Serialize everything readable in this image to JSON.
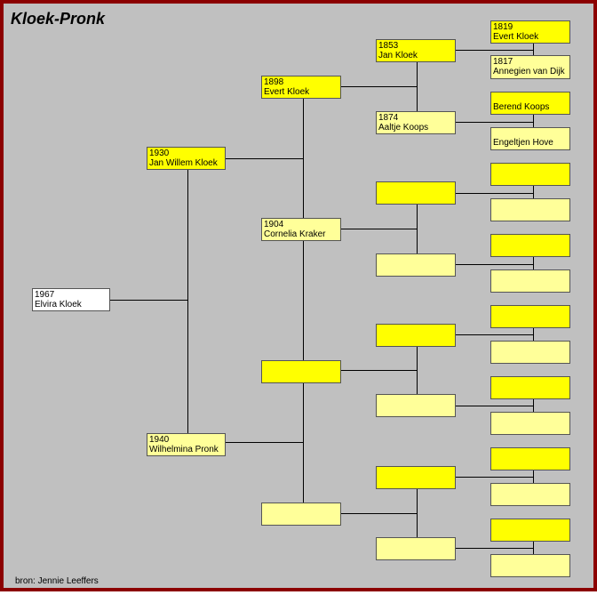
{
  "title": "Kloek-Pronk",
  "source": "bron: Jennie Leeffers",
  "colors": {
    "border": "#8b0000",
    "background": "#c0c0c0",
    "male": "#ffff00",
    "female": "#ffff99",
    "root": "#ffffff"
  },
  "people": {
    "root": {
      "year": "1967",
      "name": "Elvira Kloek"
    },
    "father": {
      "year": "1930",
      "name": "Jan Willem Kloek"
    },
    "mother": {
      "year": "1940",
      "name": "Wilhelmina Pronk"
    },
    "paternal_grandfather": {
      "year": "1898",
      "name": "Evert Kloek"
    },
    "paternal_grandmother": {
      "year": "1904",
      "name": "Cornelia Kraker"
    },
    "ggf_1": {
      "year": "1853",
      "name": "Jan Kloek"
    },
    "ggm_1": {
      "year": "1874",
      "name": "Aaltje Koops"
    },
    "gggf_1": {
      "year": "1819",
      "name": "Evert Kloek"
    },
    "gggm_1": {
      "year": "1817",
      "name": "Annegien van Dijk"
    },
    "gggf_2": {
      "year": "",
      "name": "Berend Koops"
    },
    "gggm_2": {
      "year": "",
      "name": "Engeltjen Hove"
    }
  }
}
